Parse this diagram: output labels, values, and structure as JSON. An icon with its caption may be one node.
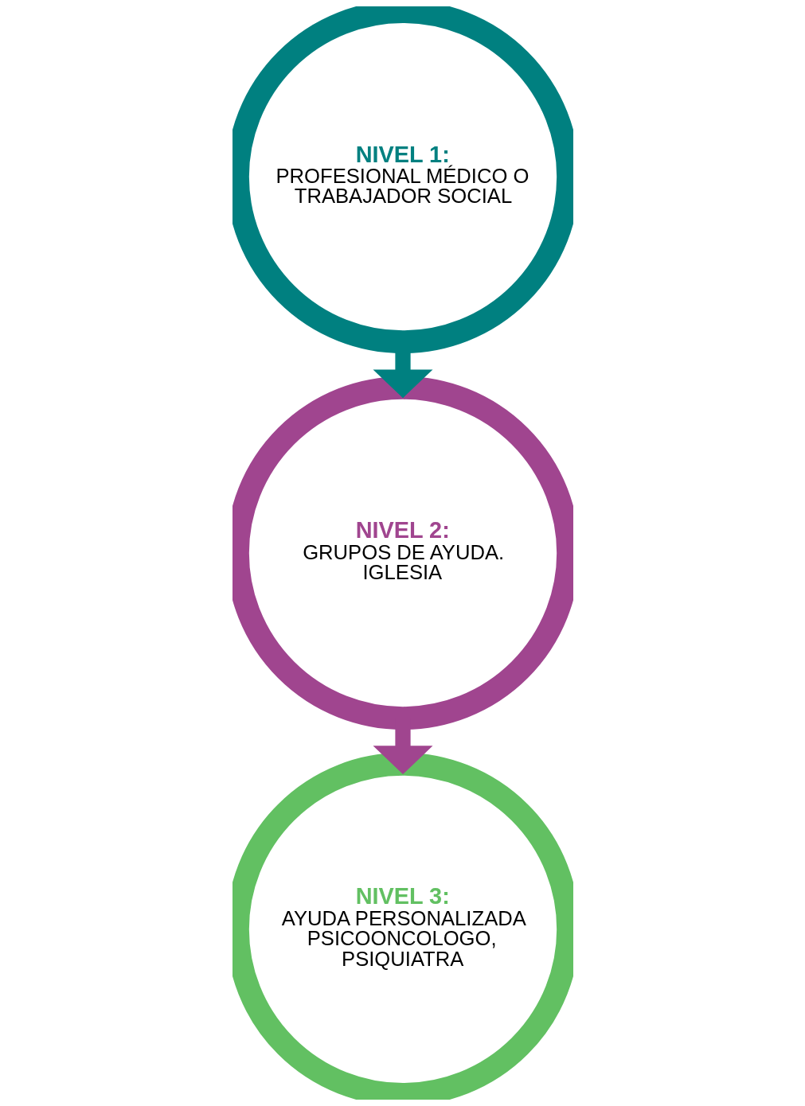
{
  "diagram": {
    "nodes": [
      {
        "text": [
          "NIVEL 1:",
          "PROFESIONAL MÉDICO O TRABAJADOR SOCIAL"
        ]
      },
      {
        "text": [
          "NIVEL 2:",
          "GRUPOS DE AYUDA. IGLESIA"
        ]
      },
      {
        "text": [
          "NIVEL 3:",
          "AYUDA PERSONALIZADA PSICOONCOLOGO, PSIQUIATRA"
        ]
      }
    ],
    "edges": [
      {
        "from": 0,
        "to": 1,
        "arrow": "to",
        "color": "#008080"
      },
      {
        "from": 1,
        "to": 2,
        "arrow": "to",
        "color": "#a0458f"
      }
    ]
  }
}
